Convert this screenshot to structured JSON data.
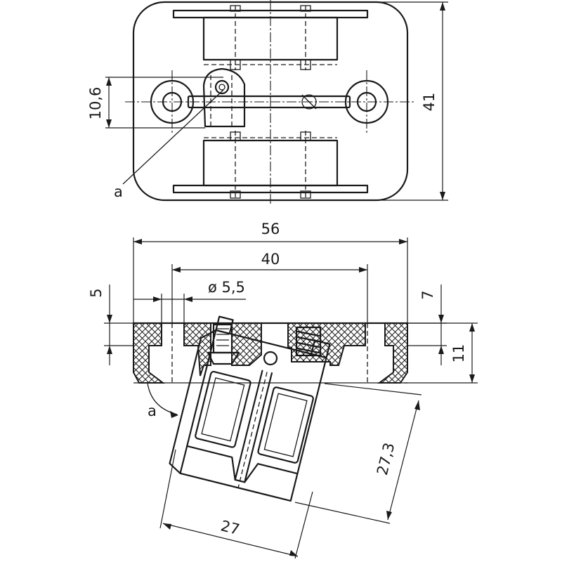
{
  "dimensions": {
    "d_10_6": "10,6",
    "d_41": "41",
    "d_56": "56",
    "d_40": "40",
    "d_5": "5",
    "d_dia": "ø 5,5",
    "d_7": "7",
    "d_11": "11",
    "d_27_3": "27,3",
    "d_27": "27"
  },
  "callouts": {
    "top": "a",
    "bottom": "a"
  }
}
